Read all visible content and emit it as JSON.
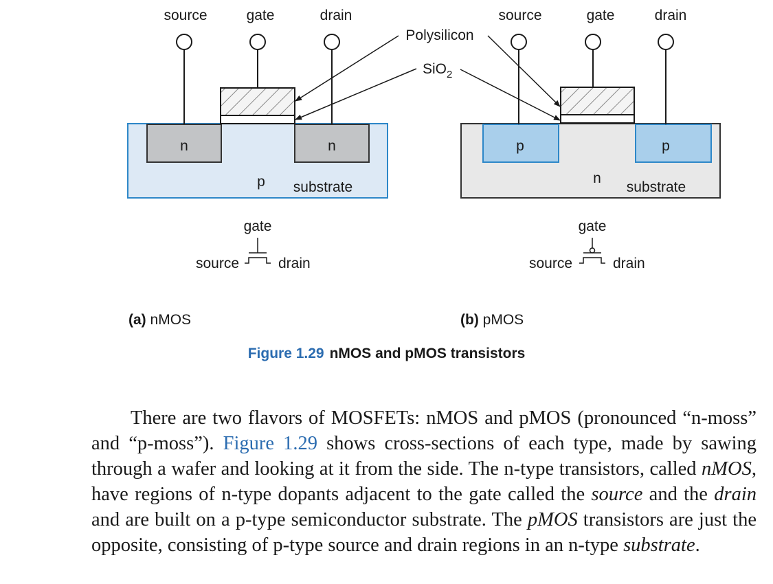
{
  "nmos": {
    "source": "source",
    "gate": "gate",
    "drain": "drain",
    "region_source": "n",
    "region_drain": "n",
    "substrate_type": "p",
    "substrate": "substrate",
    "symbol_gate": "gate",
    "symbol_source": "source",
    "symbol_drain": "drain",
    "caption_letter": "(a)",
    "caption_text": "nMOS"
  },
  "pmos": {
    "source": "source",
    "gate": "gate",
    "drain": "drain",
    "region_source": "p",
    "region_drain": "p",
    "substrate_type": "n",
    "substrate": "substrate",
    "symbol_gate": "gate",
    "symbol_source": "source",
    "symbol_drain": "drain",
    "caption_letter": "(b)",
    "caption_text": "pMOS"
  },
  "callouts": {
    "polysilicon": "Polysilicon",
    "sio2_main": "SiO",
    "sio2_sub": "2"
  },
  "figure": {
    "number": "Figure 1.29",
    "title": "nMOS and pMOS transistors"
  },
  "paragraph": {
    "t1": "There are two flavors of MOSFETs: nMOS and pMOS (pronounced “n-moss” and “p-moss”). ",
    "link": "Figure 1.29",
    "t2": " shows cross-sections of each type, made by sawing through a wafer and looking at it from the side. The n-type transistors, called ",
    "em1": "nMOS",
    "t3": ", have regions of n-type dopants adjacent to the gate called the ",
    "em2": "source",
    "t4": " and the ",
    "em3": "drain",
    "t5": " and are built on a p-type semi­conductor substrate. The ",
    "em4": "pMOS",
    "t6": " transistors are just the opposite, consisting of p-type source and drain regions in an n-type ",
    "em5": "substrate",
    "t7": "."
  },
  "colors": {
    "n_region": "#c2c4c6",
    "p_substrate": "#dde9f5",
    "p_region": "#a9cfeb",
    "n_substrate": "#e8e8e8",
    "outline_blue": "#2d87c8",
    "caption_blue": "#2b6cb0"
  }
}
